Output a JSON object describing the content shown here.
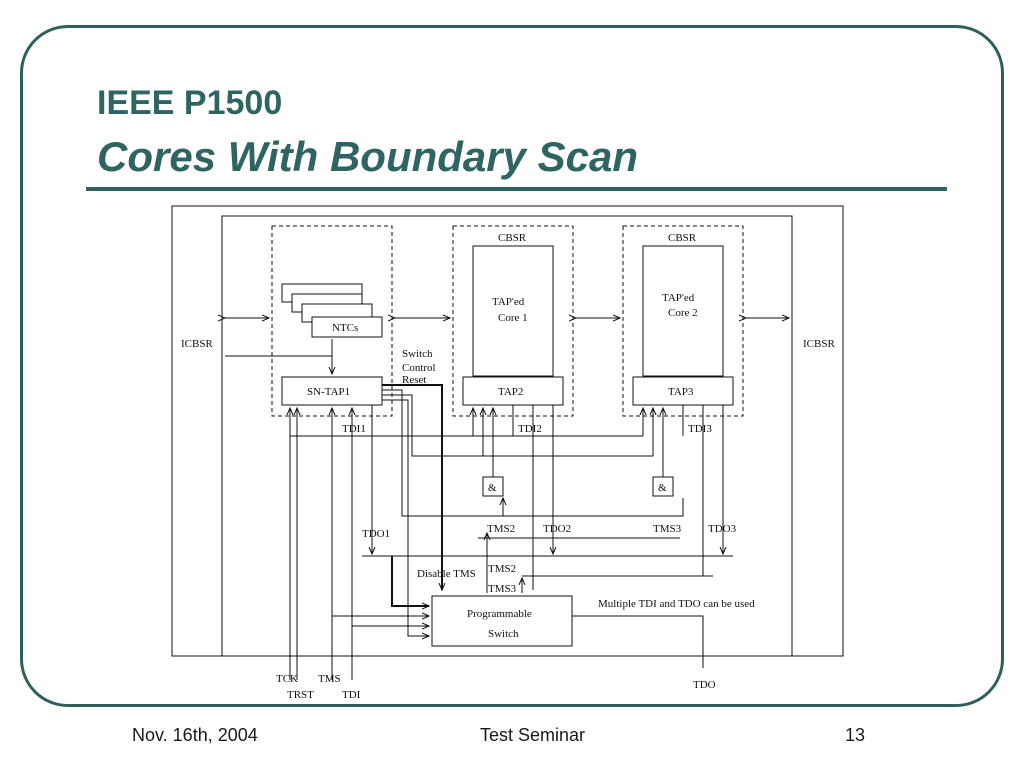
{
  "slide": {
    "title_line1": "IEEE P1500",
    "title_line2": "Cores With Boundary Scan"
  },
  "diagram": {
    "labels": {
      "icbsr_left": "ICBSR",
      "icbsr_right": "ICBSR",
      "ntcs": "NTCs",
      "sn_tap1": "SN-TAP1",
      "switch_control": "Switch",
      "switch_control2": "Control",
      "reset": "Reset",
      "cbsr1": "CBSR",
      "core1_line1": "TAP'ed",
      "core1_line2": "Core 1",
      "tap2": "TAP2",
      "cbsr2": "CBSR",
      "core2_line1": "TAP'ed",
      "core2_line2": "Core 2",
      "tap3": "TAP3",
      "tdi1": "TDI1",
      "tdi2": "TDI2",
      "tdi3": "TDI3",
      "and1": "&",
      "and2": "&",
      "tdo1": "TDO1",
      "tms2_top": "TMS2",
      "tdo2": "TDO2",
      "tms3_top": "TMS3",
      "tdo3": "TDO3",
      "disable_tms": "Disable TMS",
      "tms2_mid": "TMS2",
      "tms3_mid": "TMS3",
      "prog_switch_line1": "Programmable",
      "prog_switch_line2": "Switch",
      "multi_note": "Multiple TDI and TDO can be used",
      "tck": "TCK",
      "trst": "TRST",
      "tms": "TMS",
      "tdi": "TDI",
      "tdo": "TDO"
    }
  },
  "footer": {
    "date": "Nov. 16th, 2004",
    "title": "Test Seminar",
    "page": "13"
  }
}
